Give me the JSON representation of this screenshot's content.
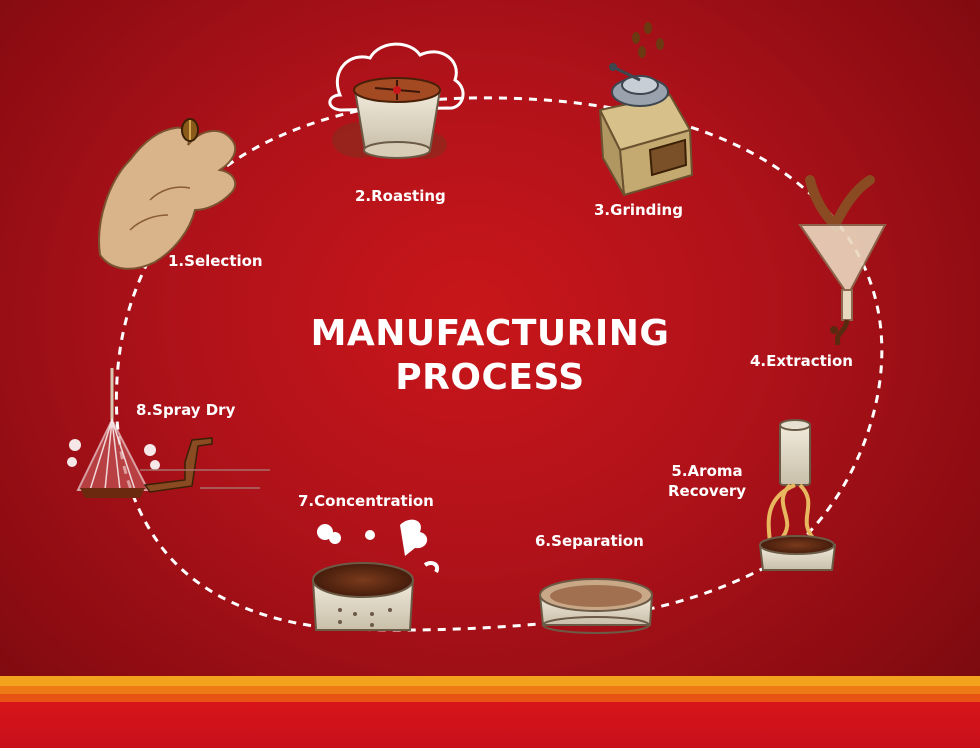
{
  "title": {
    "line1": "MANUFACTURING",
    "line2": "PROCESS"
  },
  "steps": [
    {
      "label": "1.Selection",
      "icon": "hand-holding-bean-icon"
    },
    {
      "label": "2.Roasting",
      "icon": "roasting-pan-icon"
    },
    {
      "label": "3.Grinding",
      "icon": "coffee-grinder-icon"
    },
    {
      "label": "4.Extraction",
      "icon": "funnel-extraction-icon"
    },
    {
      "label": "5.Aroma\nRecovery",
      "icon": "aroma-recovery-icon"
    },
    {
      "label": "6.Separation",
      "icon": "separation-tray-icon"
    },
    {
      "label": "7.Concentration",
      "icon": "concentration-vat-icon"
    },
    {
      "label": "8.Spray Dry",
      "icon": "spray-dryer-icon"
    }
  ],
  "colors": {
    "background": "#b0121a",
    "stripe_orange": "#f39a1e",
    "stripe_deep_orange": "#e85a12",
    "stripe_red": "#d4141a"
  }
}
